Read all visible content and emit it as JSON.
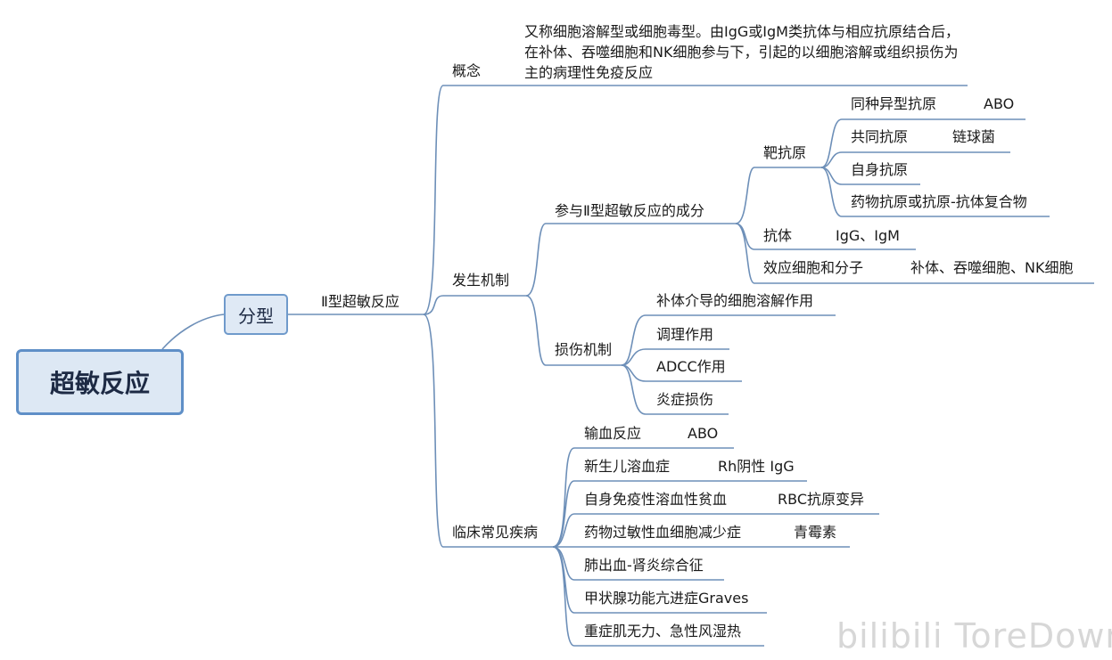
{
  "mindmap": {
    "root": "超敏反应",
    "type_node": "分型",
    "level1": "Ⅱ型超敏反应",
    "concept": {
      "label": "概念",
      "text": "又称细胞溶解型或细胞毒型。由IgG或IgM类抗体与相应抗原结合后，在补体、吞噬细胞和NK细胞参与下，引起的以细胞溶解或组织损伤为主的病理性免疫反应"
    },
    "mechanism": {
      "label": "发生机制",
      "components": {
        "label": "参与Ⅱ型超敏反应的成分",
        "target_antigen": {
          "label": "靶抗原",
          "items": [
            {
              "name": "同种异型抗原",
              "detail": "ABO"
            },
            {
              "name": "共同抗原",
              "detail": "链球菌"
            },
            {
              "name": "自身抗原",
              "detail": ""
            },
            {
              "name": "药物抗原或抗原-抗体复合物",
              "detail": ""
            }
          ]
        },
        "antibody": {
          "label": "抗体",
          "detail": "IgG、IgM"
        },
        "effector": {
          "label": "效应细胞和分子",
          "detail": "补体、吞噬细胞、NK细胞"
        }
      },
      "damage": {
        "label": "损伤机制",
        "items": [
          "补体介导的细胞溶解作用",
          "调理作用",
          "ADCC作用",
          "炎症损伤"
        ]
      }
    },
    "diseases": {
      "label": "临床常见疾病",
      "items": [
        {
          "name": "输血反应",
          "detail": "ABO"
        },
        {
          "name": "新生儿溶血症",
          "detail": "Rh阴性 IgG"
        },
        {
          "name": "自身免疫性溶血性贫血",
          "detail": "RBC抗原变异"
        },
        {
          "name": "药物过敏性血细胞减少症",
          "detail": "青霉素"
        },
        {
          "name": "肺出血-肾炎综合征",
          "detail": ""
        },
        {
          "name": "甲状腺功能亢进症Graves",
          "detail": ""
        },
        {
          "name": "重症肌无力、急性风湿热",
          "detail": ""
        }
      ]
    }
  },
  "watermark": "bilibili ToreDown",
  "colors": {
    "line": "#6d8fb8",
    "root_border": "#5f8fc7",
    "root_fill": "#dde8f4"
  }
}
